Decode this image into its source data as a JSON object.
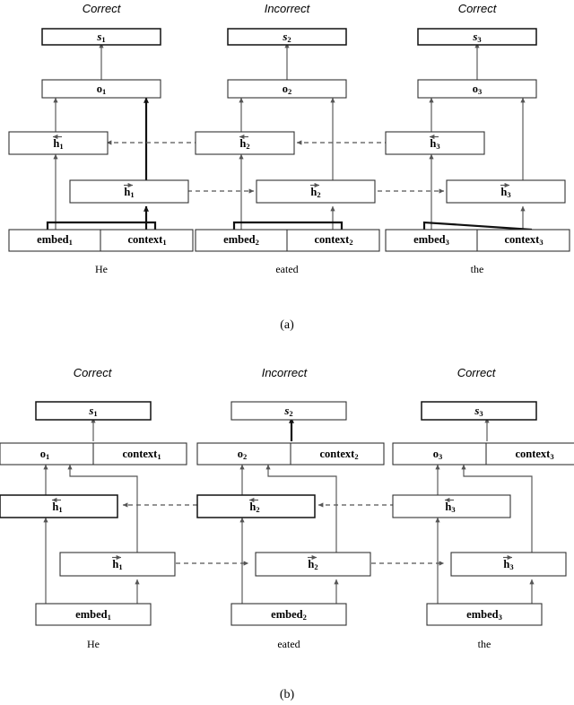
{
  "figure": {
    "panels": [
      {
        "id": "a",
        "caption": "(a)",
        "columns": [
          {
            "header": "Correct",
            "word": "He",
            "score_box": "s",
            "score_sub": "1",
            "output_box": "o",
            "output_sub": "1",
            "back_hidden": "h",
            "back_hidden_sub": "1",
            "fwd_hidden": "h",
            "fwd_hidden_sub": "1",
            "embed_box": "embed",
            "embed_sub": "1",
            "context_box": "context",
            "context_sub": "1"
          },
          {
            "header": "Incorrect",
            "word": "eated",
            "score_box": "s",
            "score_sub": "2",
            "output_box": "o",
            "output_sub": "2",
            "back_hidden": "h",
            "back_hidden_sub": "2",
            "fwd_hidden": "h",
            "fwd_hidden_sub": "2",
            "embed_box": "embed",
            "embed_sub": "2",
            "context_box": "context",
            "context_sub": "2"
          },
          {
            "header": "Correct",
            "word": "the",
            "score_box": "s",
            "score_sub": "3",
            "output_box": "o",
            "output_sub": "3",
            "back_hidden": "h",
            "back_hidden_sub": "3",
            "fwd_hidden": "h",
            "fwd_hidden_sub": "3",
            "embed_box": "embed",
            "embed_sub": "3",
            "context_box": "context",
            "context_sub": "3"
          }
        ]
      },
      {
        "id": "b",
        "caption": "(b)",
        "columns": [
          {
            "header": "Correct",
            "word": "He",
            "score_box": "s",
            "score_sub": "1",
            "output_box": "o",
            "output_sub": "1",
            "context_box": "context",
            "context_sub": "1",
            "back_hidden": "h",
            "back_hidden_sub": "1",
            "fwd_hidden": "h",
            "fwd_hidden_sub": "1",
            "embed_box": "embed",
            "embed_sub": "1"
          },
          {
            "header": "Incorrect",
            "word": "eated",
            "score_box": "s",
            "score_sub": "2",
            "output_box": "o",
            "output_sub": "2",
            "context_box": "context",
            "context_sub": "2",
            "back_hidden": "h",
            "back_hidden_sub": "2",
            "fwd_hidden": "h",
            "fwd_hidden_sub": "2",
            "embed_box": "embed",
            "embed_sub": "2"
          },
          {
            "header": "Correct",
            "word": "the",
            "score_box": "s",
            "score_sub": "3",
            "output_box": "o",
            "output_sub": "3",
            "context_box": "context",
            "context_sub": "3",
            "back_hidden": "h",
            "back_hidden_sub": "3",
            "fwd_hidden": "h",
            "fwd_hidden_sub": "3",
            "embed_box": "embed",
            "embed_sub": "3"
          }
        ]
      }
    ],
    "colors": {
      "background": "#ffffff",
      "box_stroke": "#333333",
      "line": "#555555",
      "emphasis": "#111111",
      "text": "#000000"
    }
  }
}
